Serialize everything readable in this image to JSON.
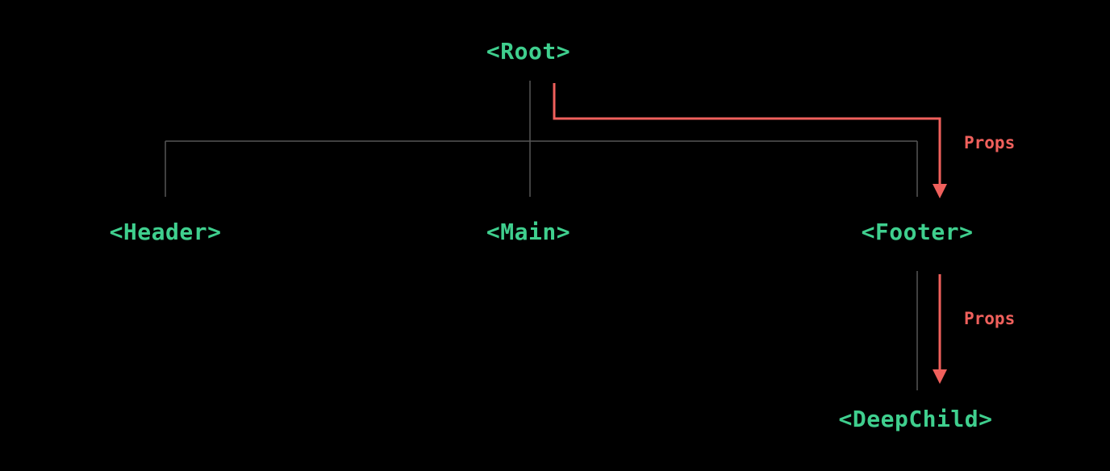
{
  "diagram": {
    "colors": {
      "background": "#000000",
      "node": "#3fcf8e",
      "edge": "#555555",
      "props": "#f0605c"
    },
    "nodes": {
      "root": "<Root>",
      "header": "<Header>",
      "main": "<Main>",
      "footer": "<Footer>",
      "deepchild": "<DeepChild>"
    },
    "props_arrows": {
      "root_to_footer": "Props",
      "footer_to_deepchild": "Props"
    }
  }
}
